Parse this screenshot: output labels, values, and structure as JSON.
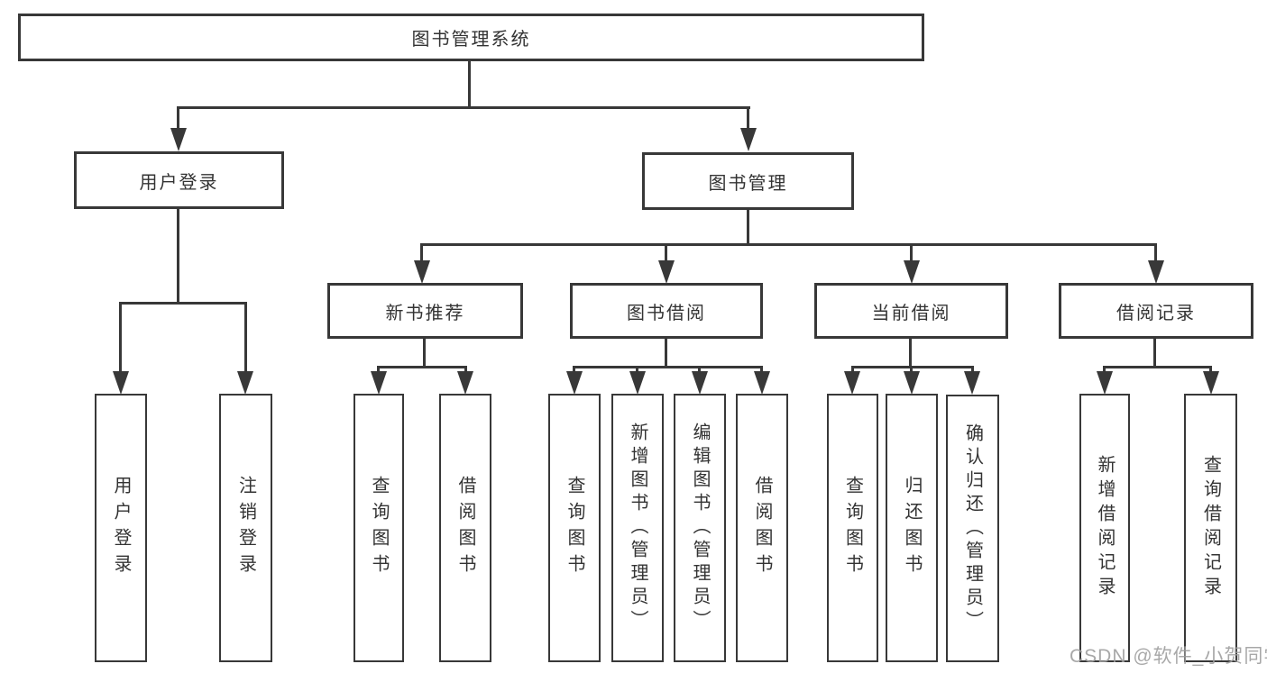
{
  "title": "图书管理系统",
  "tree": {
    "user_login": {
      "label": "用户登录",
      "children": [
        "用户登录",
        "注销登录"
      ]
    },
    "book_management": {
      "label": "图书管理",
      "children": [
        {
          "label": "新书推荐",
          "children": [
            "查询图书",
            "借阅图书"
          ]
        },
        {
          "label": "图书借阅",
          "children": [
            "查询图书",
            "新增图书（管理员）",
            "编辑图书（管理员）",
            "借阅图书"
          ]
        },
        {
          "label": "当前借阅",
          "children": [
            "查询图书",
            "归还图书",
            "确认归还（管理员）"
          ]
        },
        {
          "label": "借阅记录",
          "children": [
            "新增借阅记录",
            "查询借阅记录"
          ]
        }
      ]
    }
  },
  "watermark": "CSDN @软件_小贺同学",
  "colors": {
    "line": "#383838",
    "text": "#333333",
    "background": "#ffffff",
    "watermark": "#9e9e9e"
  }
}
